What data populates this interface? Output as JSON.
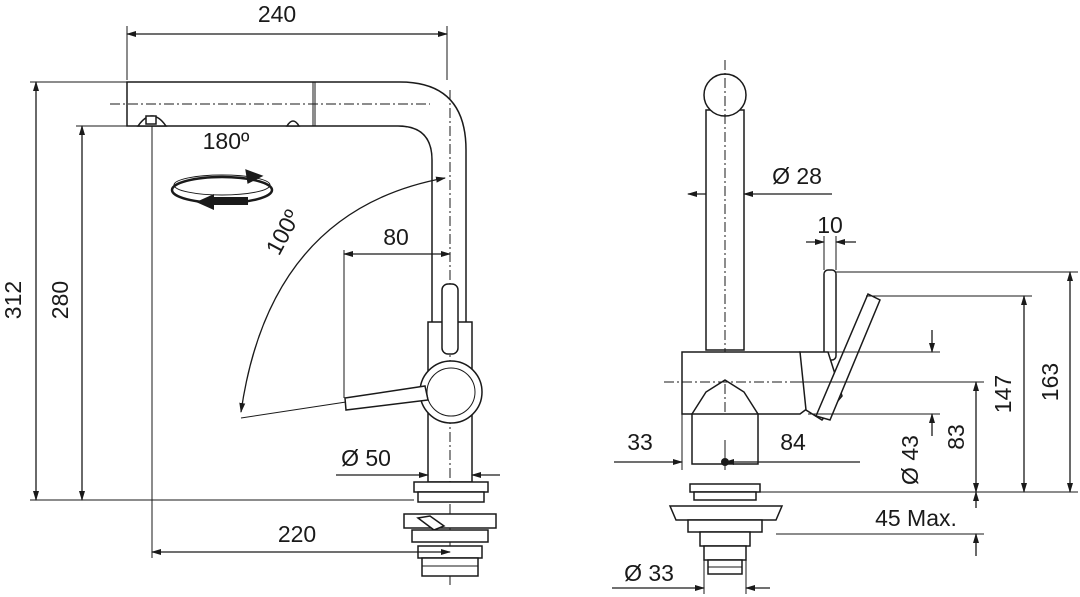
{
  "side_view": {
    "dim_reach_spout": "240",
    "dim_height_total": "312",
    "dim_height_outlet": "280",
    "rotation_spout": "180º",
    "lever_angle": "100º",
    "dim_lever": "80",
    "dim_body_diameter": "Ø 50",
    "dim_reach_outlet": "220"
  },
  "front_view": {
    "dim_spout_diameter": "Ø 28",
    "dim_lever_width": "10",
    "dim_body_diameter": "Ø 43",
    "dim_left": "33",
    "dim_right": "84",
    "dim_height_83": "83",
    "dim_height_147": "147",
    "dim_height_163": "163",
    "dim_deck_thickness": "45 Max.",
    "dim_hole_diameter": "Ø 33"
  }
}
